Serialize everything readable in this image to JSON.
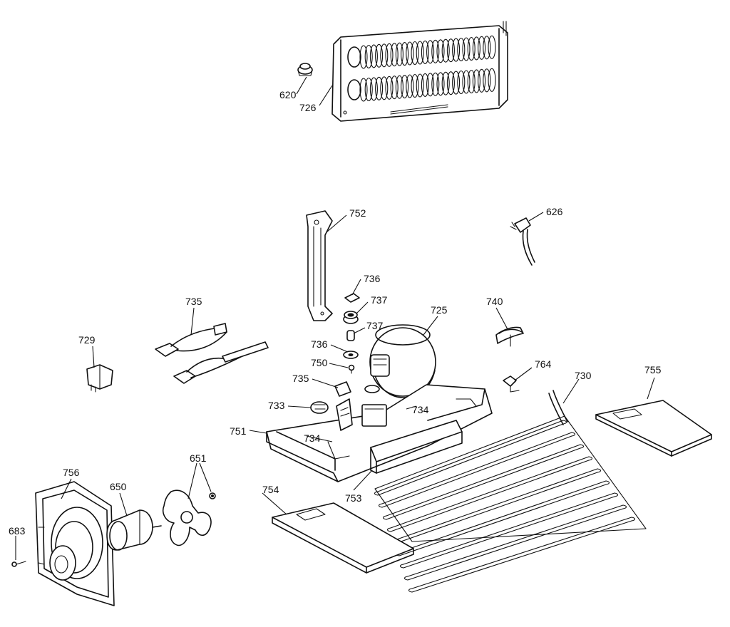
{
  "part_labels": {
    "p620": "620",
    "p726": "726",
    "p752": "752",
    "p626": "626",
    "p736a": "736",
    "p737a": "737",
    "p735a": "735",
    "p725": "725",
    "p740": "740",
    "p737b": "737",
    "p729": "729",
    "p736b": "736",
    "p750": "750",
    "p764": "764",
    "p730": "730",
    "p755": "755",
    "p735b": "735",
    "p733": "733",
    "p734a": "734",
    "p751": "751",
    "p734b": "734",
    "p651": "651",
    "p756": "756",
    "p650": "650",
    "p754": "754",
    "p753": "753",
    "p683": "683"
  }
}
